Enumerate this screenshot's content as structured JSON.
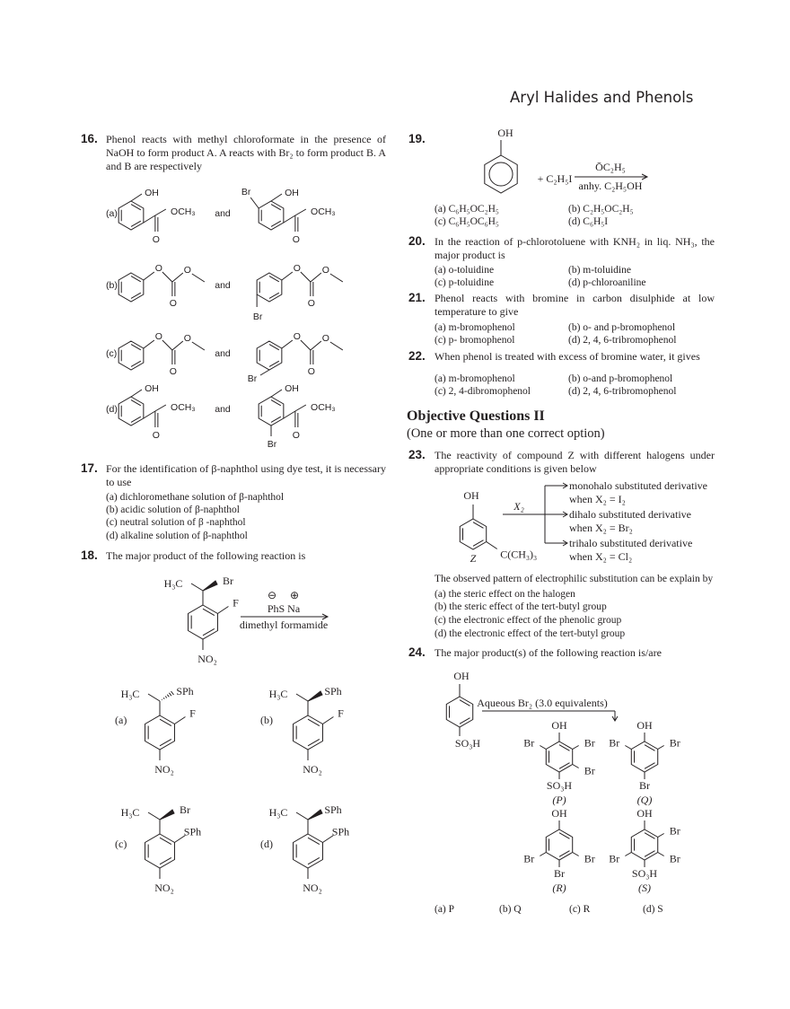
{
  "header": {
    "title": "Aryl Halides and Phenols"
  },
  "q16": {
    "num": "16.",
    "stem": "Phenol reacts with methyl chloroformate in the presence of NaOH to form product A. A reacts with Br₂ to form product B. A and B are respectively",
    "and": "and",
    "letters": [
      "(a)",
      "(b)",
      "(c)",
      "(d)"
    ],
    "a": [
      "OH",
      "OCH₃",
      "O",
      "Br",
      "OH",
      "OCH₃",
      "O"
    ],
    "b": [
      "O",
      "O",
      "Br",
      "O",
      "O"
    ],
    "c": [
      "O",
      "O",
      "Br",
      "O",
      "O"
    ],
    "d": [
      "OH",
      "OCH₃",
      "O",
      "OH",
      "OCH₃",
      "O",
      "Br"
    ]
  },
  "q17": {
    "num": "17.",
    "stem": "For the identification of β-naphthol using dye test, it is necessary to use",
    "options": [
      "(a)  dichloromethane solution of β-naphthol",
      "(b)  acidic solution of β-naphthol",
      "(c)  neutral solution of β -naphthol",
      "(d)  alkaline solution of β-naphthol"
    ]
  },
  "q18": {
    "num": "18.",
    "stem": "The major product of the following reaction is",
    "reactant": [
      "H₃C",
      "Br",
      "F",
      "NO₂"
    ],
    "reagent_top": "PhS Na",
    "minus": "⊖",
    "plus": "⊕",
    "reagent_bottom": "dimethyl formamide",
    "options": [
      {
        "letter": "(a)",
        "labels": [
          "H₃C",
          "SPh",
          "F",
          "NO₂"
        ]
      },
      {
        "letter": "(b)",
        "labels": [
          "H₃C",
          "SPh",
          "F",
          "NO₂"
        ]
      },
      {
        "letter": "(c)",
        "labels": [
          "H₃C",
          "Br",
          "SPh",
          "NO₂"
        ]
      },
      {
        "letter": "(d)",
        "labels": [
          "H₃C",
          "SPh",
          "SPh",
          "NO₂"
        ]
      }
    ]
  },
  "q19": {
    "num": "19.",
    "oh": "OH",
    "plus": "+ C₂H₅I",
    "reagent_top": "ŌC₂H₅",
    "reagent_bottom": "anhy. C₂H₅OH",
    "options": [
      "(a) C₆H₅OC₂H₅",
      "(b) C₂H₅OC₂H₅",
      "(c) C₆H₅OC₆H₅",
      "(d) C₆H₅I"
    ]
  },
  "q20": {
    "num": "20.",
    "stem": "In the reaction of p-chlorotoluene with KNH₂ in liq. NH₃, the major product is",
    "options": [
      "(a) o-toluidine",
      "(b) m-toluidine",
      "(c) p-toluidine",
      "(d) p-chloroaniline"
    ]
  },
  "q21": {
    "num": "21.",
    "stem": "Phenol reacts with bromine in carbon disulphide at low temperature to give",
    "options": [
      "(a) m-bromophenol",
      "(b) o- and p-bromophenol",
      "(c) p- bromophenol",
      "(d) 2, 4, 6-tribromophenol"
    ]
  },
  "q22": {
    "num": "22.",
    "stem": "When phenol is treated with excess of bromine water, it gives",
    "options": [
      "(a) m-bromophenol",
      "(b) o-and p-bromophenol",
      "(c) 2, 4-dibromophenol",
      "(d) 2, 4, 6-tribromophenol"
    ]
  },
  "section": {
    "title": "Objective Questions II",
    "subtitle": "(One or more than one correct option)"
  },
  "q23": {
    "num": "23.",
    "stem": "The reactivity of compound Z with different halogens under appropriate conditions is given below",
    "labels": [
      "OH",
      "Z",
      "C(CH₃)₃",
      "X₂"
    ],
    "outcomes": [
      "monohalo substituted derivative",
      "when X₂ = I₂",
      "dihalo substituted derivative",
      "when X₂ = Br₂",
      "trihalo substituted derivative",
      "when X₂  = Cl₂"
    ],
    "question": "The observed pattern of electrophilic substitution can be explain by",
    "options": [
      "(a)  the steric effect on the halogen",
      "(b)  the steric effect of the tert-butyl group",
      "(c)  the electronic effect of the phenolic group",
      "(d)  the electronic effect of the tert-butyl group"
    ]
  },
  "q24": {
    "num": "24.",
    "stem": "The major product(s) of the following reaction is/are",
    "reactant": [
      "OH",
      "SO₃H"
    ],
    "reagent": "Aqueous Br₂ (3.0 equivalents)",
    "P": [
      "OH",
      "Br",
      "Br",
      "Br",
      "SO₃H",
      "(P)"
    ],
    "Q": [
      "OH",
      "Br",
      "Br",
      "Br",
      "(Q)"
    ],
    "R": [
      "OH",
      "Br",
      "Br",
      "Br",
      "(R)"
    ],
    "S": [
      "OH",
      "Br",
      "Br",
      "Br",
      "SO₃H",
      "(S)"
    ],
    "options": [
      "(a) P",
      "(b) Q",
      "(c) R",
      "(d) S"
    ]
  }
}
